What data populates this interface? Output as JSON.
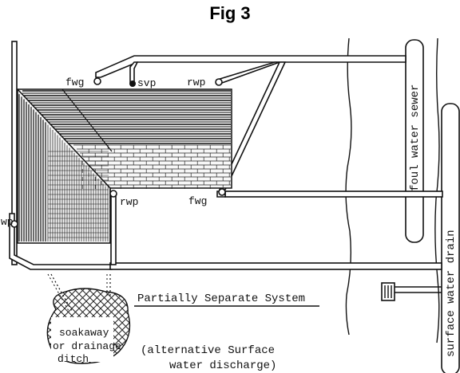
{
  "figure": {
    "title": "Fig 3"
  },
  "labels": {
    "fwg_top": "fwg",
    "svp": "svp",
    "rwp_top": "rwp",
    "fwg_bottom": "fwg",
    "rwp_bottom": "rwp",
    "wp_left": "wp",
    "foul_water_sewer": "foul water sewer",
    "surface_water_drain": "surface water drain",
    "system_caption": "Partially Separate System",
    "soakaway_line1": "soakaway",
    "soakaway_line2": "or drainage",
    "soakaway_line3": "ditch",
    "alt_line1": "(alternative Surface",
    "alt_line2": "water discharge)"
  }
}
